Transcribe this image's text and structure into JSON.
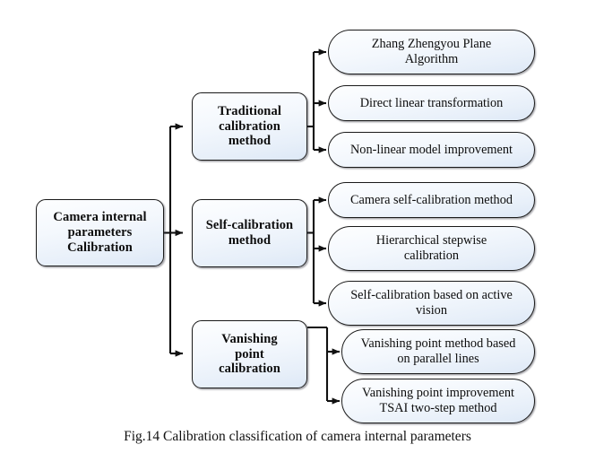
{
  "figure": {
    "caption": "Fig.14 Calibration classification of camera internal parameters",
    "root": {
      "label": "Camera internal\nparameters\nCalibration"
    },
    "branches": [
      {
        "label": "Traditional\ncalibration\nmethod"
      },
      {
        "label": "Self-calibration\nmethod"
      },
      {
        "label": "Vanishing\npoint\ncalibration"
      }
    ],
    "leaves": [
      {
        "label": "Zhang Zhengyou Plane\nAlgorithm"
      },
      {
        "label": "Direct linear transformation"
      },
      {
        "label": "Non-linear model improvement"
      },
      {
        "label": "Camera self-calibration method"
      },
      {
        "label": "Hierarchical stepwise\ncalibration"
      },
      {
        "label": "Self-calibration based on active\nvision"
      },
      {
        "label": "Vanishing point method based\non parallel lines"
      },
      {
        "label": "Vanishing point improvement\nTSAI two-step method"
      }
    ],
    "colors": {
      "node_border": "#1a1a1a",
      "node_fill_top": "#fdfeff",
      "node_fill_bottom": "#dde8f6",
      "connector": "#111111",
      "text": "#0d0d0d",
      "background": "#ffffff"
    }
  }
}
